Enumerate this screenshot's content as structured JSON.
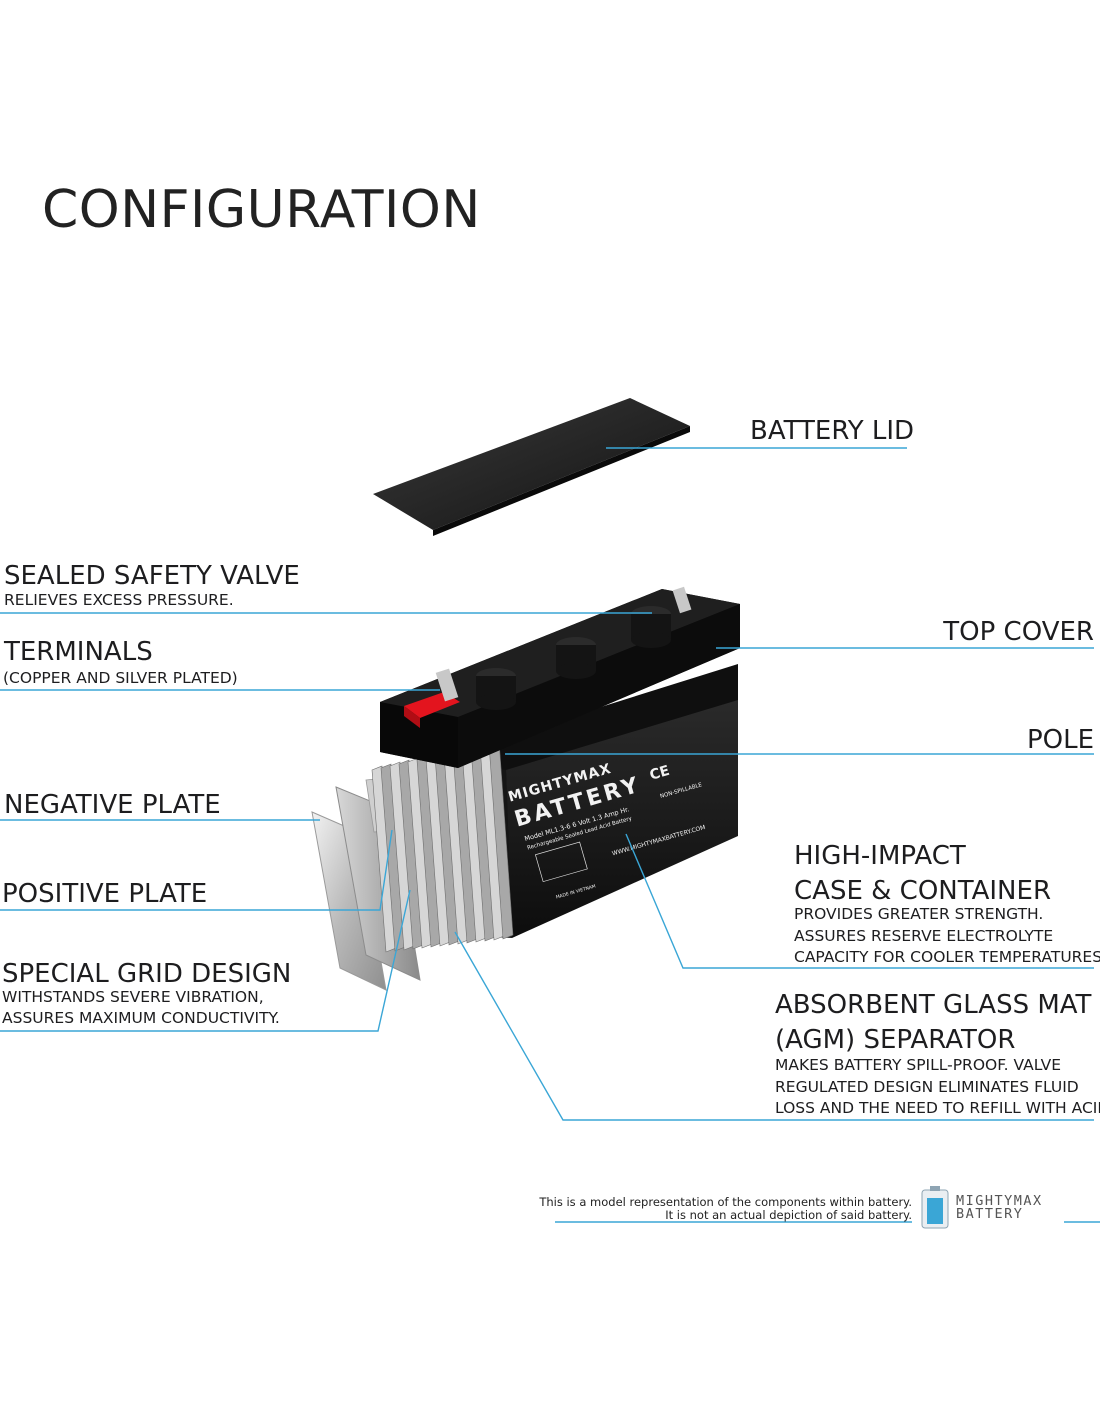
{
  "title": "CONFIGURATION",
  "labels": {
    "battery_lid": "BATTERY LID",
    "valve": {
      "heading": "SEALED SAFETY VALVE",
      "desc": "RELIEVES EXCESS PRESSURE."
    },
    "terminals": {
      "heading": "TERMINALS",
      "desc": "(COPPER AND SILVER PLATED)"
    },
    "top_cover": "TOP COVER",
    "pole": "POLE",
    "negative_plate": "NEGATIVE PLATE",
    "positive_plate": "POSITIVE PLATE",
    "grid": {
      "heading": "SPECIAL GRID DESIGN",
      "desc": [
        "WITHSTANDS SEVERE VIBRATION,",
        "ASSURES MAXIMUM CONDUCTIVITY."
      ]
    },
    "case": {
      "heading": [
        "HIGH-IMPACT",
        "CASE & CONTAINER"
      ],
      "desc": [
        "PROVIDES GREATER STRENGTH.",
        "ASSURES RESERVE ELECTROLYTE",
        "CAPACITY FOR COOLER TEMPERATURES."
      ]
    },
    "agm": {
      "heading": [
        "ABSORBENT GLASS MAT",
        "(AGM) SEPARATOR"
      ],
      "desc": [
        "MAKES BATTERY SPILL-PROOF. VALVE",
        "REGULATED DESIGN ELIMINATES FLUID",
        "LOSS AND THE NEED TO REFILL WITH ACID."
      ]
    }
  },
  "battery_print": {
    "brand_line1": "MIGHTYMAX",
    "brand_line2": "BATTERY",
    "model": "Model ML1.3-6  6 Volt 1.3 Amp Hr.",
    "desc": "Rechargeable Sealed Lead Acid Battery",
    "non_spillable": "NON-SPILLABLE",
    "website": "WWW.MIGHTYMAXBATTERY.COM",
    "made_in": "MADE IN VIETNAM",
    "ce": "CE"
  },
  "disclaimer": [
    "This is a model representation of the components within battery.",
    "It is not an actual depiction of said battery."
  ],
  "logo": {
    "line1": "MIGHTYMAX",
    "line2": "BATTERY"
  },
  "colors": {
    "leader": "#3aa6d6",
    "battery": "#161616",
    "terminal_red": "#e3141e",
    "text": "#1d1d1f"
  }
}
